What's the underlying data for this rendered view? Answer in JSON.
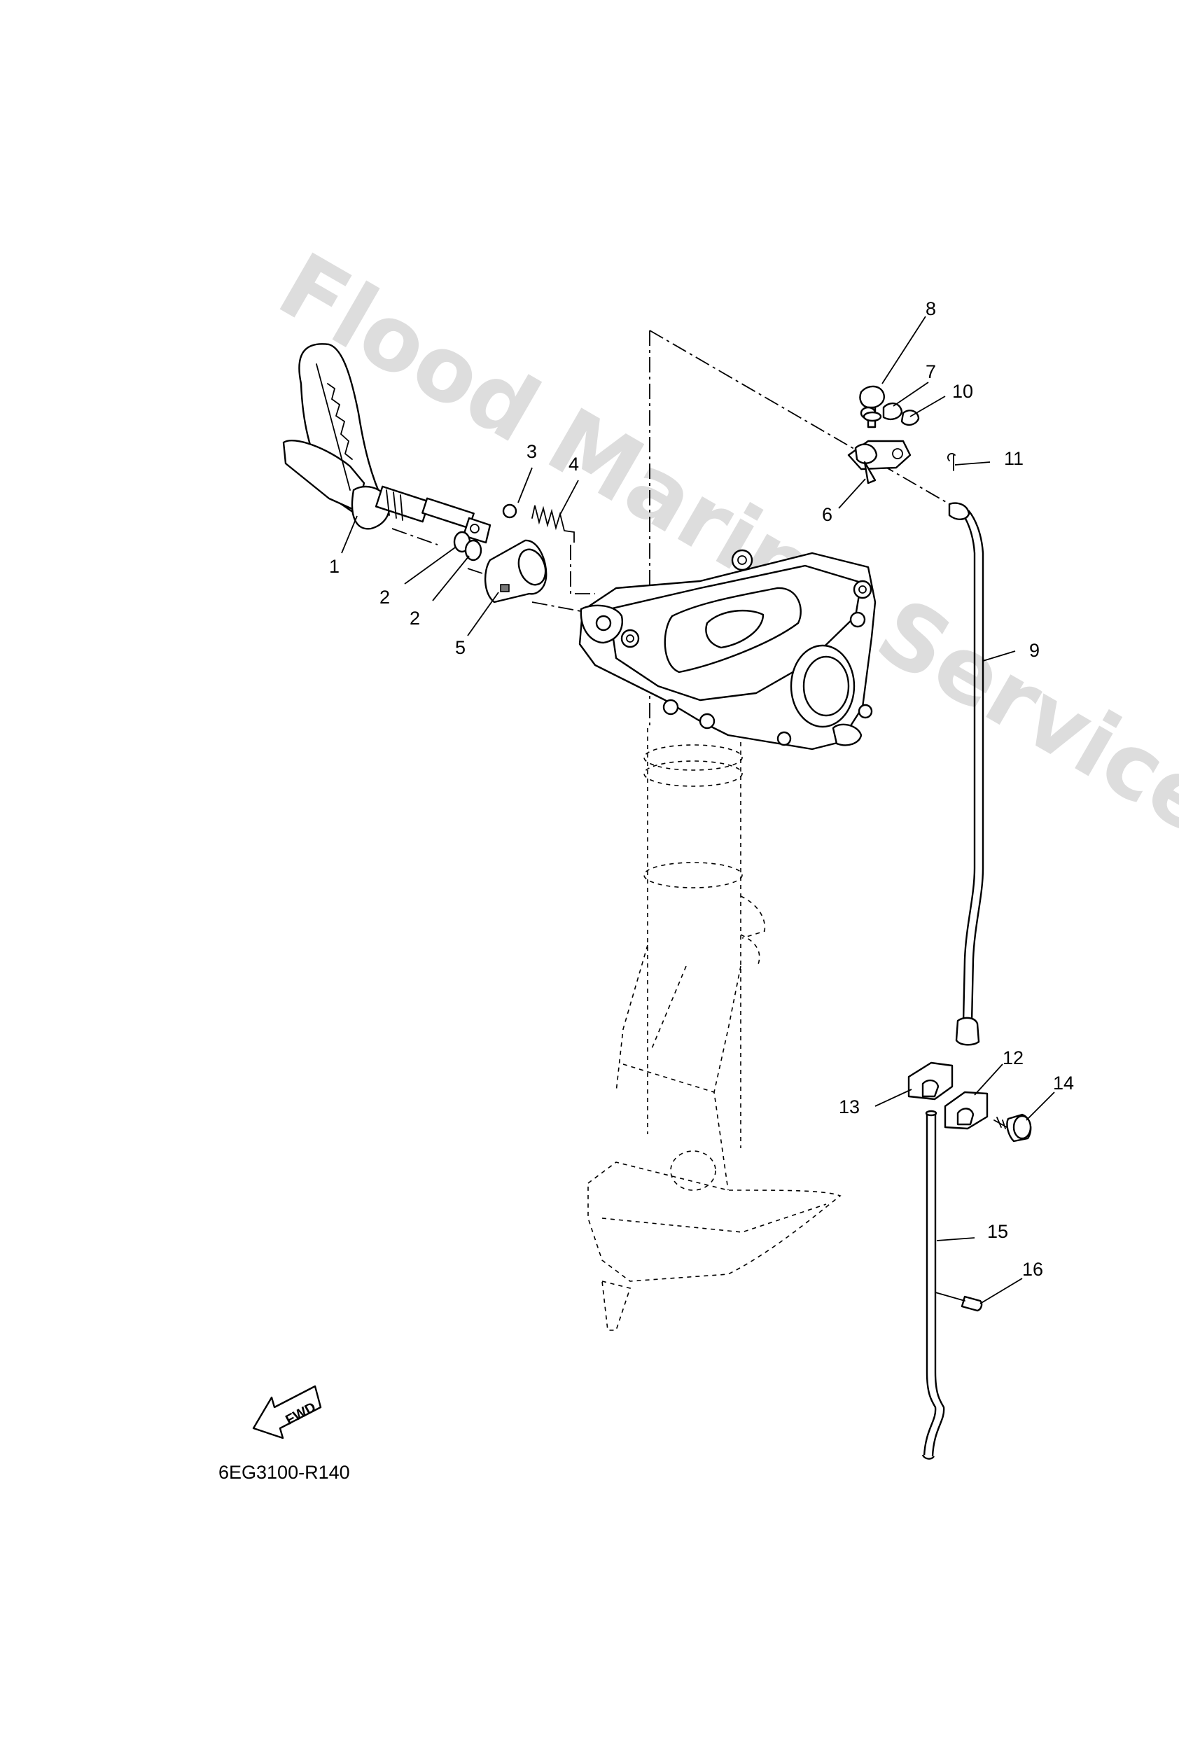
{
  "watermark": "Flood Marine Services",
  "diagram_code": "6EG3100-R140",
  "fwd_label": "FWD",
  "callouts": [
    {
      "id": "1",
      "label": "1"
    },
    {
      "id": "2a",
      "label": "2"
    },
    {
      "id": "2b",
      "label": "2"
    },
    {
      "id": "3",
      "label": "3"
    },
    {
      "id": "4",
      "label": "4"
    },
    {
      "id": "5",
      "label": "5"
    },
    {
      "id": "6",
      "label": "6"
    },
    {
      "id": "7",
      "label": "7"
    },
    {
      "id": "8",
      "label": "8"
    },
    {
      "id": "9",
      "label": "9"
    },
    {
      "id": "10",
      "label": "10"
    },
    {
      "id": "11",
      "label": "11"
    },
    {
      "id": "12",
      "label": "12"
    },
    {
      "id": "13",
      "label": "13"
    },
    {
      "id": "14",
      "label": "14"
    },
    {
      "id": "15",
      "label": "15"
    },
    {
      "id": "16",
      "label": "16"
    }
  ]
}
